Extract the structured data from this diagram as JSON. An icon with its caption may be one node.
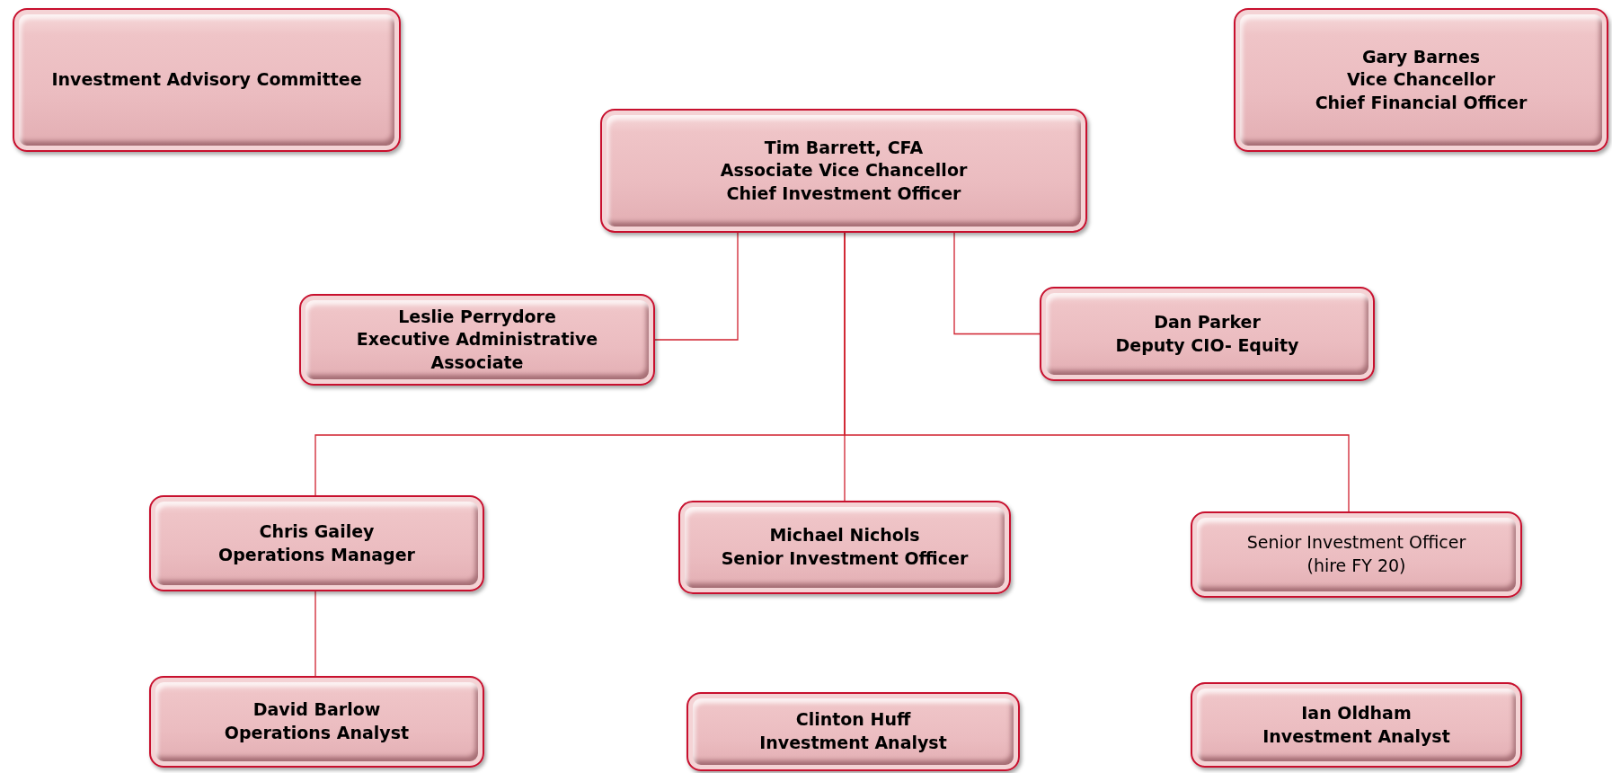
{
  "diagram": {
    "nodes": [
      {
        "text": [
          "Investment Advisory Committee"
        ]
      },
      {
        "text": [
          "Gary Barnes",
          "Vice Chancellor",
          "Chief Financial Officer"
        ]
      },
      {
        "text": [
          "Tim Barrett, CFA",
          "Associate Vice Chancellor",
          "Chief Investment Officer"
        ]
      },
      {
        "text": [
          "Leslie Perrydore",
          "Executive Administrative Associate"
        ]
      },
      {
        "text": [
          "Dan Parker",
          "Deputy CIO- Equity"
        ]
      },
      {
        "text": [
          "Chris Gailey",
          "Operations Manager"
        ]
      },
      {
        "text": [
          "Michael Nichols",
          "Senior Investment Officer"
        ]
      },
      {
        "text": [
          "Senior Investment Officer",
          "(hire FY 20)"
        ]
      },
      {
        "text": [
          "David Barlow",
          "Operations Analyst"
        ]
      },
      {
        "text": [
          "Clinton Huff",
          "Investment Analyst"
        ]
      },
      {
        "text": [
          "Ian Oldham",
          "Investment Analyst"
        ]
      }
    ],
    "edges": [
      {
        "from": 2,
        "to": 3,
        "arrow": "none"
      },
      {
        "from": 2,
        "to": 4,
        "arrow": "none"
      },
      {
        "from": 2,
        "to": 6,
        "arrow": "none"
      },
      {
        "from": 2,
        "to": 5,
        "arrow": "none"
      },
      {
        "from": 2,
        "to": 7,
        "arrow": "none"
      },
      {
        "from": 5,
        "to": 8,
        "arrow": "none"
      }
    ]
  }
}
